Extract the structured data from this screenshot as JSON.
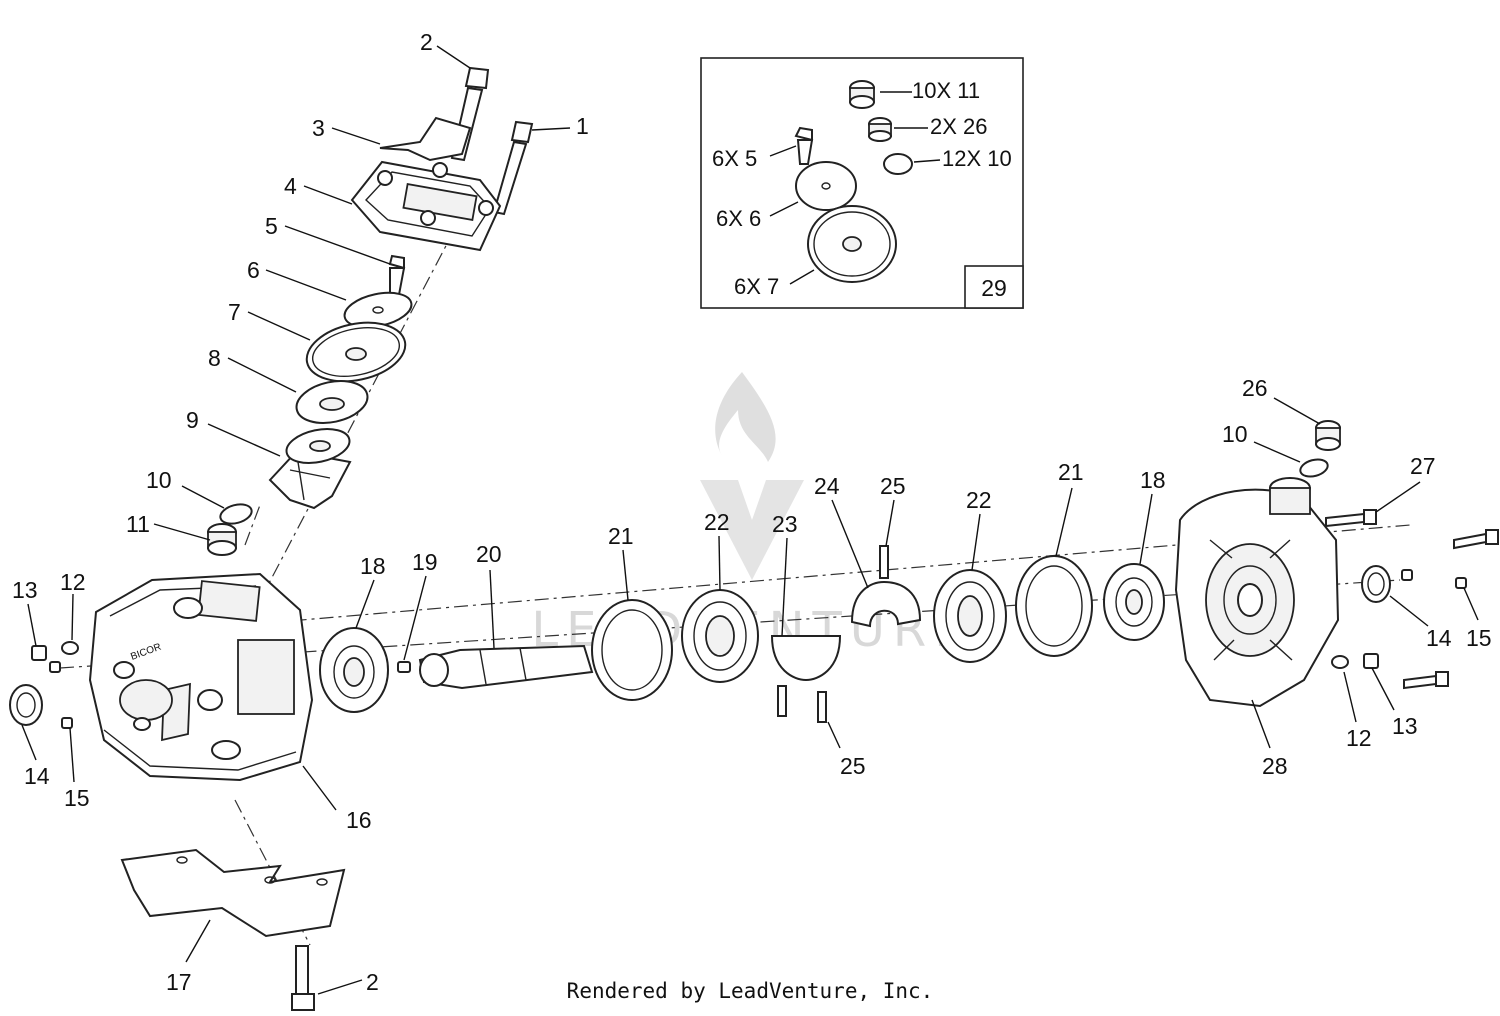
{
  "callouts": [
    {
      "id": "c2a",
      "text": "2"
    },
    {
      "id": "c1",
      "text": "1"
    },
    {
      "id": "c3",
      "text": "3"
    },
    {
      "id": "c4",
      "text": "4"
    },
    {
      "id": "c5",
      "text": "5"
    },
    {
      "id": "c6",
      "text": "6"
    },
    {
      "id": "c7",
      "text": "7"
    },
    {
      "id": "c8",
      "text": "8"
    },
    {
      "id": "c9",
      "text": "9"
    },
    {
      "id": "c10a",
      "text": "10"
    },
    {
      "id": "c11",
      "text": "11"
    },
    {
      "id": "c13a",
      "text": "13"
    },
    {
      "id": "c12a",
      "text": "12"
    },
    {
      "id": "c18a",
      "text": "18"
    },
    {
      "id": "c19",
      "text": "19"
    },
    {
      "id": "c20",
      "text": "20"
    },
    {
      "id": "c21a",
      "text": "21"
    },
    {
      "id": "c22a",
      "text": "22"
    },
    {
      "id": "c23",
      "text": "23"
    },
    {
      "id": "c24",
      "text": "24"
    },
    {
      "id": "c25a",
      "text": "25"
    },
    {
      "id": "c22b",
      "text": "22"
    },
    {
      "id": "c21b",
      "text": "21"
    },
    {
      "id": "c18b",
      "text": "18"
    },
    {
      "id": "c26",
      "text": "26"
    },
    {
      "id": "c10b",
      "text": "10"
    },
    {
      "id": "c27",
      "text": "27"
    },
    {
      "id": "c14a",
      "text": "14"
    },
    {
      "id": "c15a",
      "text": "15"
    },
    {
      "id": "c16",
      "text": "16"
    },
    {
      "id": "c25b",
      "text": "25"
    },
    {
      "id": "c14b",
      "text": "14"
    },
    {
      "id": "c15b",
      "text": "15"
    },
    {
      "id": "c12b",
      "text": "12"
    },
    {
      "id": "c13b",
      "text": "13"
    },
    {
      "id": "c28",
      "text": "28"
    },
    {
      "id": "c17",
      "text": "17"
    },
    {
      "id": "c2b",
      "text": "2"
    }
  ],
  "kit": {
    "number": "29",
    "labels": [
      {
        "id": "k1",
        "text": "10X 11"
      },
      {
        "id": "k2",
        "text": "2X  26"
      },
      {
        "id": "k3",
        "text": "12X 10"
      },
      {
        "id": "k4",
        "text": "6X 5"
      },
      {
        "id": "k5",
        "text": "6X 6"
      },
      {
        "id": "k6",
        "text": "6X 7"
      }
    ]
  },
  "watermark": "LEADVENTURE",
  "footer": "Rendered by LeadVenture, Inc."
}
